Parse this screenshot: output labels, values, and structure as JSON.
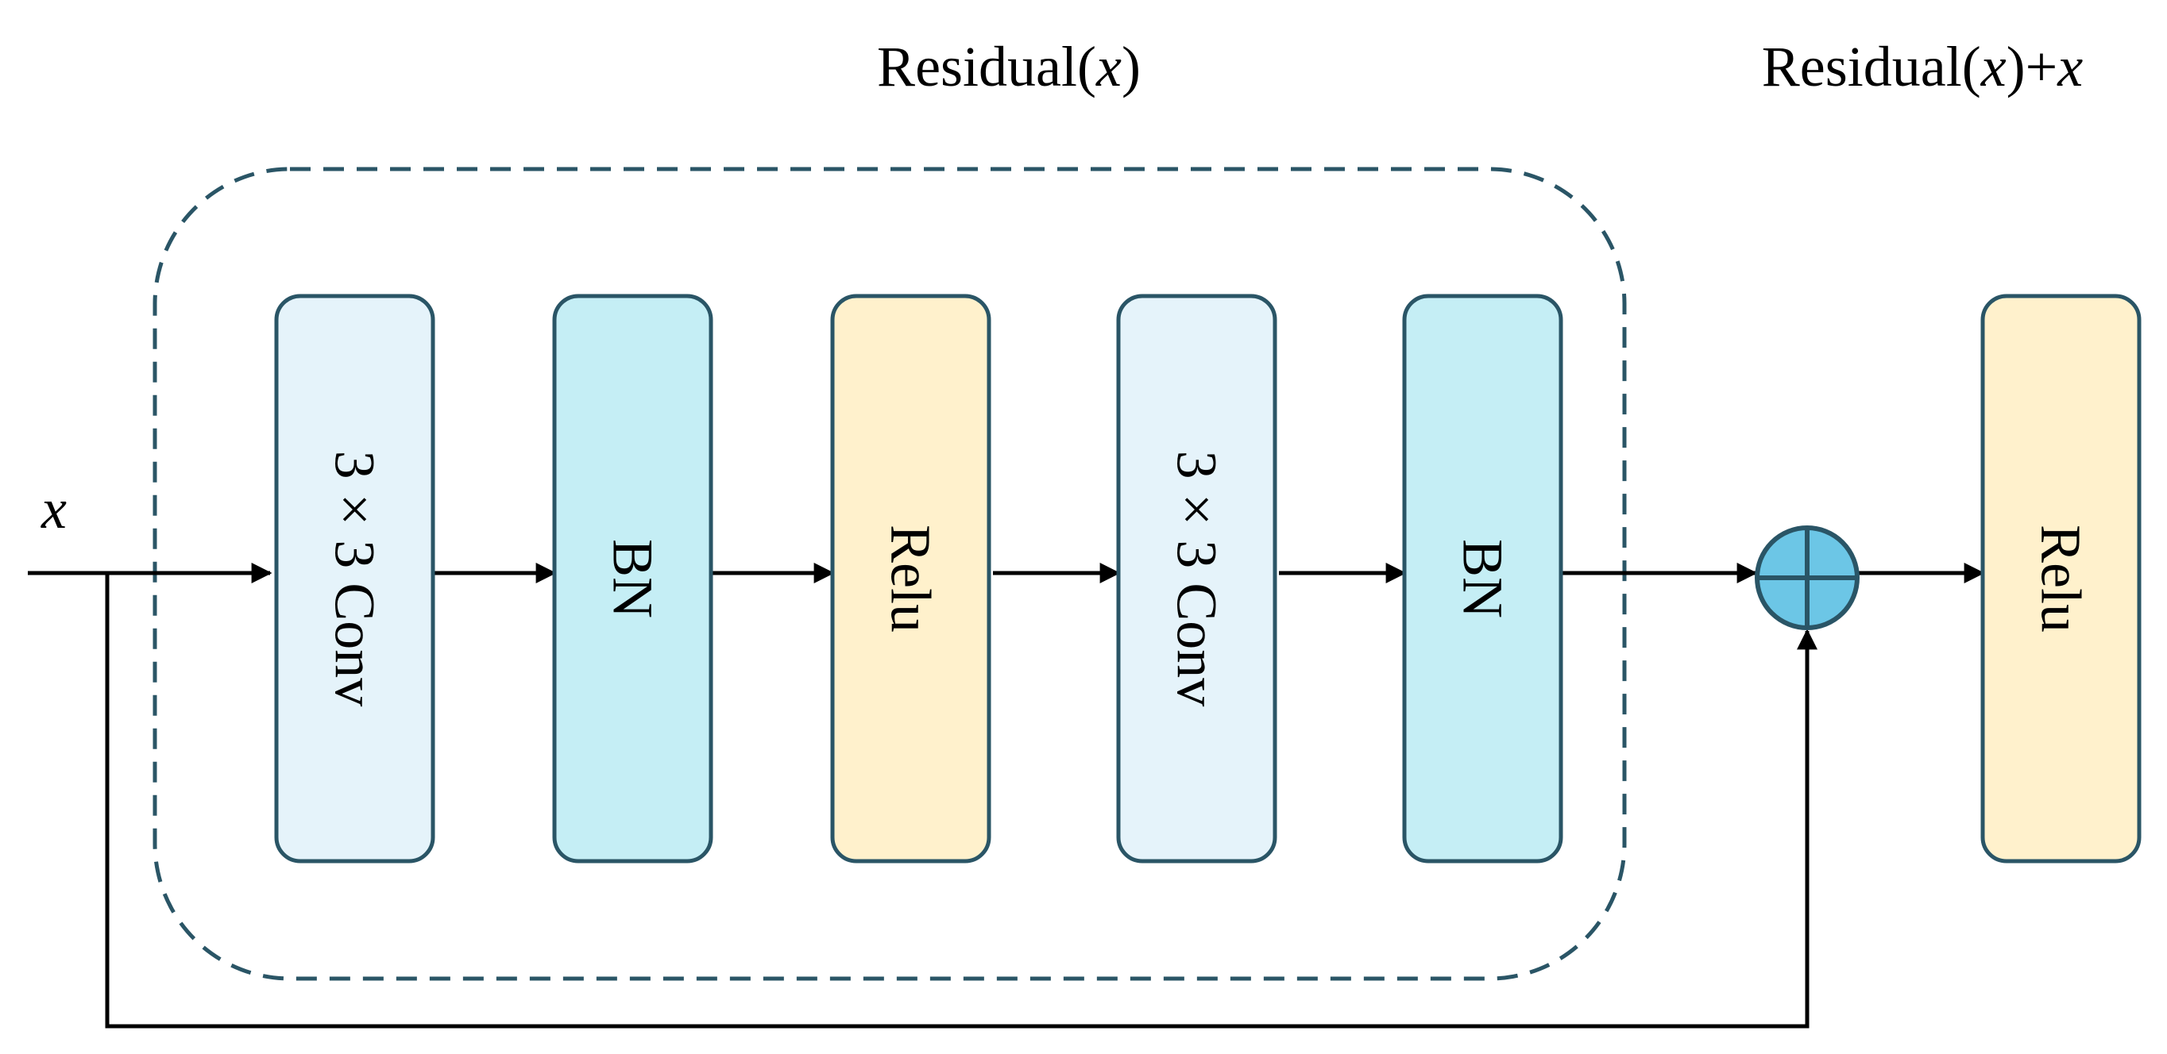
{
  "labels": {
    "residual_prefix": "Residual(",
    "residual_var": "x",
    "residual_suffix": ")",
    "sum_prefix": "Residual(",
    "sum_var": "x",
    "sum_mid": ")+",
    "sum_var2": "x",
    "input": "x"
  },
  "blocks": [
    {
      "label": "3 × 3 Conv",
      "fill": "#e5f3fa"
    },
    {
      "label": "BN",
      "fill": "#c5eef5"
    },
    {
      "label": "Relu",
      "fill": "#fff1cc"
    },
    {
      "label": "3 × 3 Conv",
      "fill": "#e5f3fa"
    },
    {
      "label": "BN",
      "fill": "#c5eef5"
    },
    {
      "label": "Relu",
      "fill": "#fff1cc"
    }
  ],
  "colors": {
    "block_stroke": "#2a5566",
    "dashed_border": "#2a5566",
    "adder_fill": "#6cc6e6",
    "arrow": "#000000"
  },
  "icons": {
    "adder": "plus-circle-icon"
  }
}
